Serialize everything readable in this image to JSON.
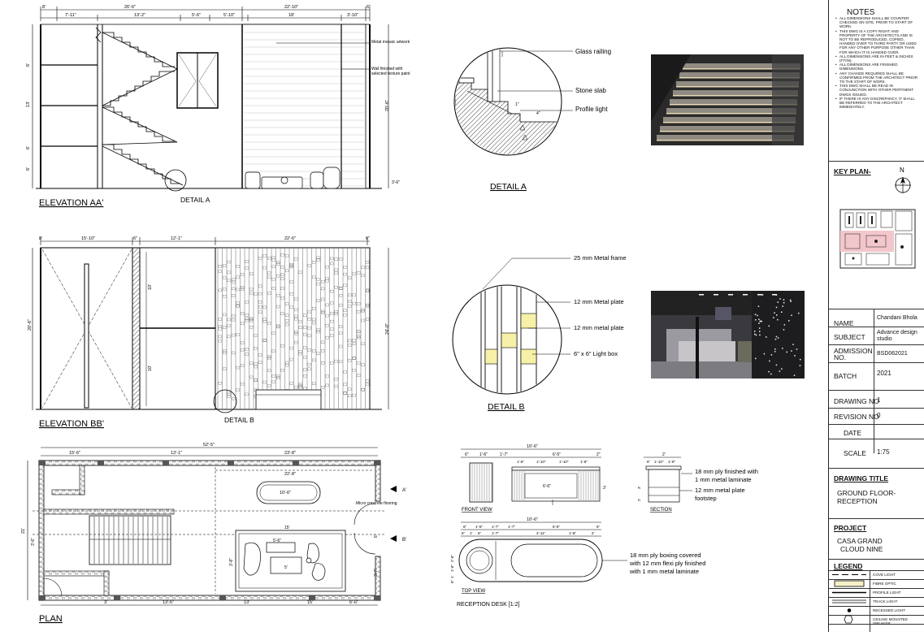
{
  "drawing": {
    "elevation_aa": {
      "title": "ELEVATION AA'",
      "detail_callout": "DETAIL A",
      "annotations": [
        "Metal mosaic artwork",
        "Wall finished with",
        "selected texture paint"
      ],
      "dims_top": [
        "8'",
        "26'-6\"",
        "22'-10\"",
        "6\""
      ],
      "dims_top2": [
        "7'-11\"",
        "13'-2\"",
        "5'-6\"",
        "5'-10\"",
        "18'",
        "3'-10\""
      ],
      "dims_left": [
        "6'",
        "13'",
        "6'",
        "6'"
      ],
      "dims_right": [
        "20'-6\"",
        "3'-6\""
      ]
    },
    "elevation_bb": {
      "title": "ELEVATION BB'",
      "detail_callout": "DETAIL B",
      "dims_top": [
        "8'",
        "15'-10\"",
        "6\"",
        "12'-1\"",
        "22'-6\"",
        "6\""
      ],
      "dims_left": "20'-6\"",
      "dims_inner": [
        "10'",
        "10'"
      ],
      "dims_right": "24'-0\""
    },
    "plan": {
      "title": "PLAN",
      "annotations": [
        "Micro concrete flooring"
      ],
      "dims_top": [
        "52'-5\"",
        "15'-6\"",
        "13'-1\"",
        "23'-8\"",
        "22'-8\"",
        "10'-6\""
      ],
      "dims_bottom": [
        "3'",
        "13'-5\"",
        "13'",
        "15'",
        "6'-6\""
      ],
      "dims_left": [
        "21'",
        "3'-6\""
      ],
      "dims_right": [
        "6'",
        "3'-7\""
      ],
      "dims_inner": [
        "5'-6\"",
        "5'",
        "15'",
        "3'-8\""
      ],
      "section_marks": [
        "A'",
        "B'"
      ]
    },
    "detail_a": {
      "title": "DETAIL A",
      "labels": [
        "Glass railing",
        "Stone slab",
        "Profile light"
      ],
      "dims": [
        "1\"",
        "4\""
      ]
    },
    "detail_b": {
      "title": "DETAIL B",
      "labels": [
        "25 mm Metal frame",
        "12 mm Metal plate",
        "12 mm metal plate",
        "6\" x 6\" Light box"
      ]
    },
    "reception_desk": {
      "caption": "RECEPTION DESK [1:2]",
      "front_view": "FRONT VIEW",
      "section": "SECTION",
      "top_view": "TOP VIEW",
      "front_dims_top": "10'-6\"",
      "front_dims": [
        "6\"",
        "1'-6\"",
        "1'-7\"",
        "6'-5\"",
        "2\""
      ],
      "front_dims_inner": [
        "1'-6\"",
        "1'-10\"",
        "1'-10\"",
        "1'-8\""
      ],
      "front_dim_side": [
        "6'-6\"",
        "3'"
      ],
      "section_dims": [
        "2'",
        "6\"",
        "1'-10\"",
        "1'-9\""
      ],
      "section_dims_side": [
        "3'",
        "2'"
      ],
      "top_dims_top": "10'-6\"",
      "top_dims": [
        "6\"",
        "1'-6\"",
        "1'-7\"",
        "1'-7\"",
        "6'-5\"",
        "6\""
      ],
      "top_dims2": [
        "6\"",
        "1'",
        "6\"",
        "1'-7\"",
        "4'-11\"",
        "1'-8\"",
        "2'"
      ],
      "top_dims_side": [
        "2'-6\"",
        "1'-6\"",
        "1'",
        "6\""
      ],
      "section_notes": [
        "18 mm ply finished with",
        "1 mm metal laminate",
        "12 mm metal plate",
        "footstep"
      ],
      "top_notes": [
        "18 mm ply boxing covered",
        "with 12 mm flexi ply finished",
        "with 1 mm metal laminate"
      ]
    }
  },
  "panel": {
    "notes_title": "NOTES",
    "notes": [
      "All dimensions shall be counter checked on site, prior to start of work.",
      "This dwg is a copy right and property of the architects and is not to be reproduced, copied, handed over to third party or used for any other purpose other than for which it is handed over.",
      "All dimensions are in feet & inches (ft/in).",
      "All dimensions are finished dimensions.",
      "Any change required shall be confirmed from the architect prior to the start of work.",
      "This dwg shall be read in conjunction with other pertinent dwgs issued.",
      "If there is any discrepancy, it shall be referred to the architect immediately."
    ],
    "key_plan": "KEY PLAN-",
    "north": "N",
    "info": {
      "name_label": "NAME",
      "name_value": "Chandani Bhola",
      "subject_label": "SUBJECT",
      "subject_value_1": "Advance design",
      "subject_value_2": "studio",
      "admission_label_1": "ADMISSION",
      "admission_label_2": "NO.",
      "admission_value": "BSD062021",
      "batch_label": "BATCH",
      "batch_value": "2021",
      "drawing_no_label": "DRAWING NO",
      "drawing_no_value": "1",
      "revision_label": "REVISION NO",
      "revision_value": "0",
      "date_label": "DATE",
      "date_value": "",
      "scale_label": "SCALE",
      "scale_value": "1:75"
    },
    "drawing_title_label": "DRAWING TITLE",
    "drawing_title_1": "GROUND FLOOR-",
    "drawing_title_2": "RECEPTION",
    "project_label": "PROJECT",
    "project_1": "CASA GRAND",
    "project_2": "CLOUD NINE",
    "legend_label": "LEGEND",
    "legend": [
      "Cove light",
      "Fibre optic",
      "Profile light",
      "Track light",
      "Recessed light",
      "Ceiling mounted speaker"
    ]
  }
}
